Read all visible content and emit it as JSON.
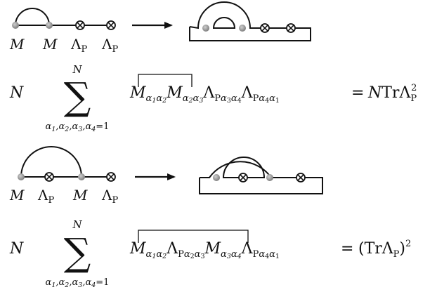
{
  "diagram1": {
    "labels": [
      "M",
      "M",
      "Λ",
      "Λ"
    ],
    "label_subscripts": [
      "",
      "",
      "P",
      "P"
    ]
  },
  "equation1": {
    "prefactor": "N",
    "sum_upper": "N",
    "sum_symbol": "∑",
    "sum_lower": "α1,α2,α3,α4=1",
    "factors": [
      {
        "base": "M",
        "sub": "α1α2"
      },
      {
        "base": "M",
        "sub": "α2α3"
      },
      {
        "base": "Λ",
        "sub": "Pα3α4"
      },
      {
        "base": "Λ",
        "sub": "Pα4α1"
      }
    ],
    "equals": "=",
    "rhs": "NTrΛP2"
  },
  "diagram2": {
    "labels": [
      "M",
      "Λ",
      "M",
      "Λ"
    ],
    "label_subscripts": [
      "",
      "P",
      "",
      "P"
    ]
  },
  "equation2": {
    "prefactor": "N",
    "sum_upper": "N",
    "sum_symbol": "∑",
    "sum_lower": "α1,α2,α3,α4=1",
    "factors": [
      {
        "base": "M",
        "sub": "α1α2"
      },
      {
        "base": "Λ",
        "sub": "Pα2α3"
      },
      {
        "base": "M",
        "sub": "α3α4"
      },
      {
        "base": "Λ",
        "sub": "Pα4α1"
      }
    ],
    "equals": "=",
    "rhs": "(TrΛP)2"
  }
}
